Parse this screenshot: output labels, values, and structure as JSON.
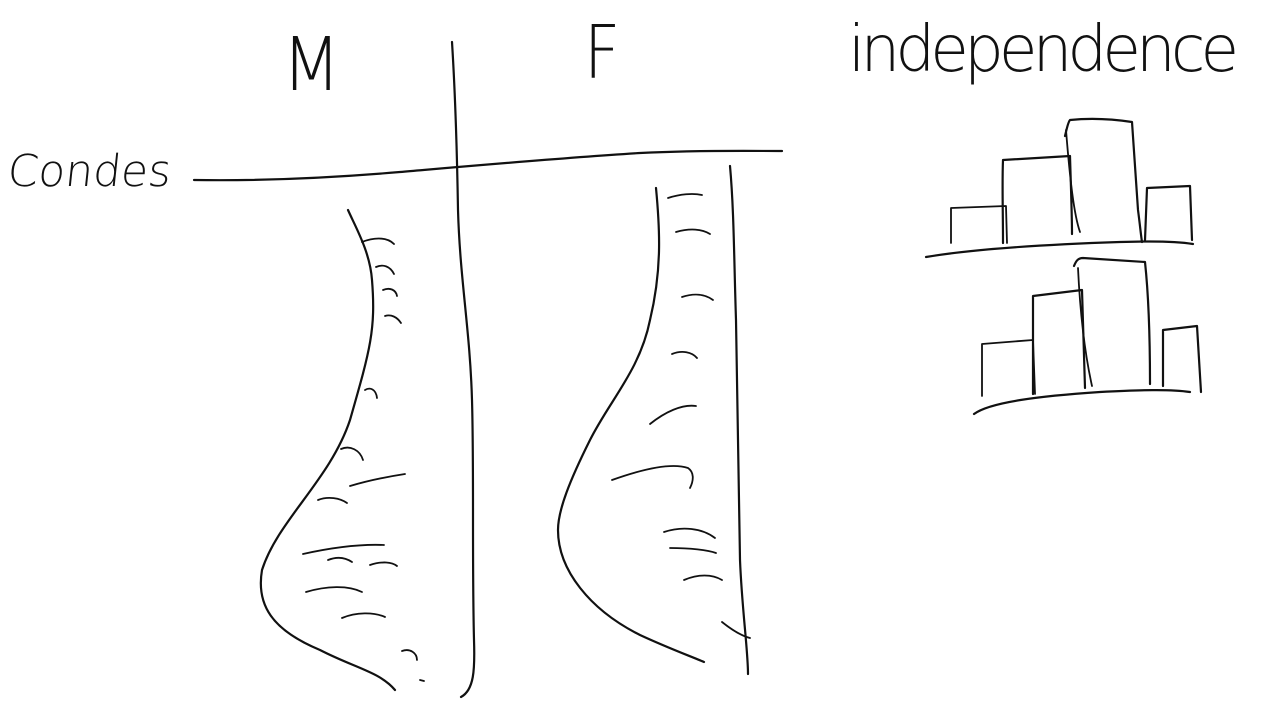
{
  "whiteboard": {
    "column_labels": {
      "male": "M",
      "female": "F"
    },
    "row_label": "Condes",
    "title": "independence",
    "ink_color": "#111111",
    "background_color": "#ffffff"
  }
}
